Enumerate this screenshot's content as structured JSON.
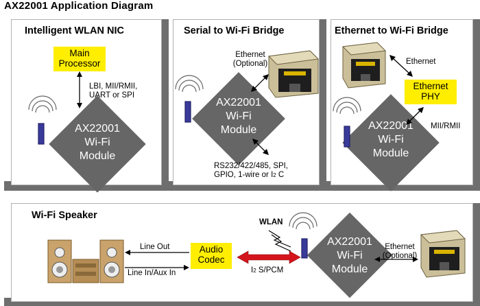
{
  "title": "AX22001 Application Diagram",
  "module": {
    "line1": "AX22001",
    "line2": "Wi-Fi",
    "line3": "Module"
  },
  "panels": {
    "nic": {
      "title": "Intelligent WLAN NIC",
      "processor": {
        "line1": "Main",
        "line2": "Processor"
      },
      "link": {
        "line1": "LBI, MII/RMII,",
        "line2": "UART or SPI"
      }
    },
    "serial": {
      "title": "Serial to Wi-Fi Bridge",
      "ethernet": {
        "line1": "Ethernet",
        "line2": "(Optional)"
      },
      "io": {
        "line1": "RS232/422/485, SPI,",
        "line2a": "GPIO, 1-wire or I",
        "line2sup": "2",
        "line2b": " C"
      }
    },
    "ethernet": {
      "title": "Ethernet to Wi-Fi Bridge",
      "ethernet_label": "Ethernet",
      "phy": {
        "line1": "Ethernet",
        "line2": "PHY"
      },
      "mii": "MII/RMII"
    },
    "speaker": {
      "title": "Wi-Fi Speaker",
      "line_out": "Line Out",
      "line_in": "Line In/Aux In",
      "codec": {
        "line1": "Audio",
        "line2": "Codec"
      },
      "i2s": {
        "a": "I",
        "sup": "2",
        "b": " S/PCM"
      },
      "wlan": "WLAN",
      "ethernet": {
        "line1": "Ethernet",
        "line2": "(Optional)"
      }
    }
  },
  "colors": {
    "highlight": "#ffee00",
    "module": "#666666",
    "shadow": "#6e6e6e",
    "arrow": "#d4141c"
  }
}
